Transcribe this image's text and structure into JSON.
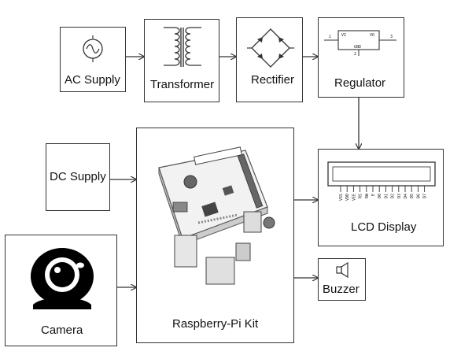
{
  "blocks": {
    "ac_supply": "AC Supply",
    "transformer": "Transformer",
    "rectifier": "Rectifier",
    "regulator": "Regulator",
    "dc_supply": "DC Supply",
    "camera": "Camera",
    "raspberry_pi": "Raspberry-Pi Kit",
    "lcd_display": "LCD Display",
    "buzzer": "Buzzer"
  },
  "regulator_pins": {
    "in": "VI",
    "out": "VO",
    "gnd": "GND",
    "p1": "1",
    "p2": "2",
    "p3": "3"
  },
  "lcd_pins": [
    "VSS",
    "VDD",
    "VEE",
    "RS",
    "RW",
    "E",
    "D0",
    "D1",
    "D2",
    "D3",
    "D4",
    "D5",
    "D6",
    "D7"
  ],
  "icons": {
    "ac": "ac-source-icon",
    "transformer": "transformer-coil-icon",
    "rectifier": "bridge-rectifier-icon",
    "regulator": "voltage-regulator-icon",
    "camera": "webcam-icon",
    "board": "raspberry-pi-board-icon",
    "lcd": "lcd-module-icon",
    "buzzer": "speaker-icon"
  }
}
